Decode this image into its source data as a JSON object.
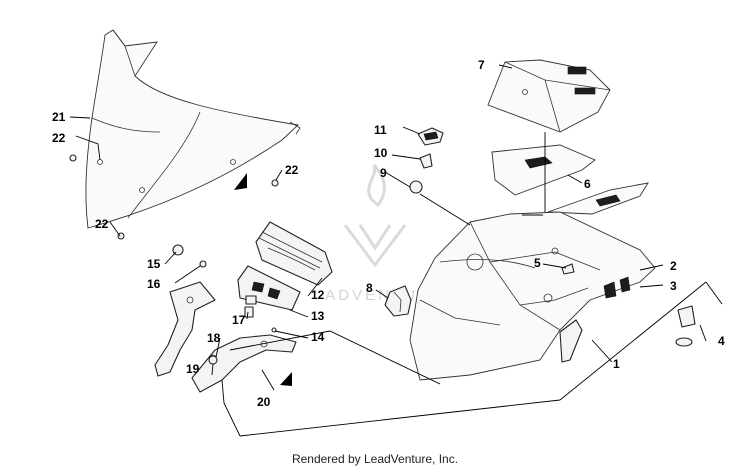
{
  "callouts": {
    "c1": "1",
    "c2": "2",
    "c3": "3",
    "c4": "4",
    "c5": "5",
    "c6": "6",
    "c7": "7",
    "c8": "8",
    "c9": "9",
    "c10": "10",
    "c11": "11",
    "c12": "12",
    "c13": "13",
    "c14": "14",
    "c15": "15",
    "c16": "16",
    "c17": "17",
    "c18": "18",
    "c19": "19",
    "c20": "20",
    "c21": "21",
    "c22a": "22",
    "c22b": "22",
    "c22c": "22"
  },
  "watermark": {
    "text": "ADVENTURE"
  },
  "footer": {
    "text": "Rendered by LeadVenture, Inc."
  }
}
